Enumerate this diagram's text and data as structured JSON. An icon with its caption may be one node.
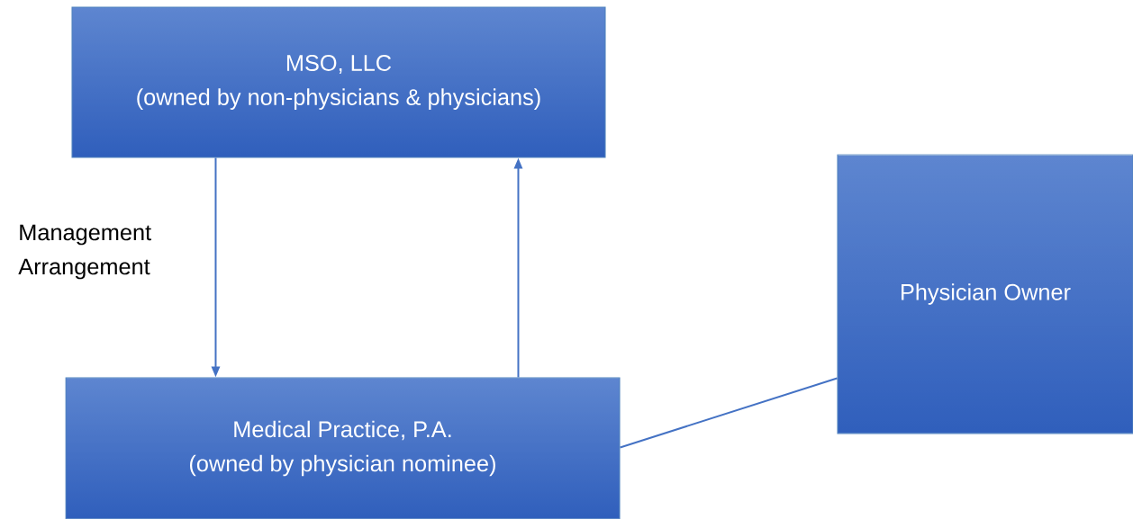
{
  "diagram": {
    "nodes": [
      {
        "text": [
          "MSO, LLC",
          "(owned by non-physicians & physicians)"
        ]
      },
      {
        "text": [
          "Medical Practice, P.A.",
          "(owned by physician nominee)"
        ]
      },
      {
        "text": [
          "Physician Owner"
        ]
      }
    ],
    "edges": [
      {
        "from": 0,
        "to": 1,
        "arrow": "to",
        "label": "Management Arrangement"
      },
      {
        "from": 1,
        "to": 0,
        "arrow": "to"
      },
      {
        "from": 1,
        "to": 2,
        "arrow": "none"
      }
    ]
  }
}
